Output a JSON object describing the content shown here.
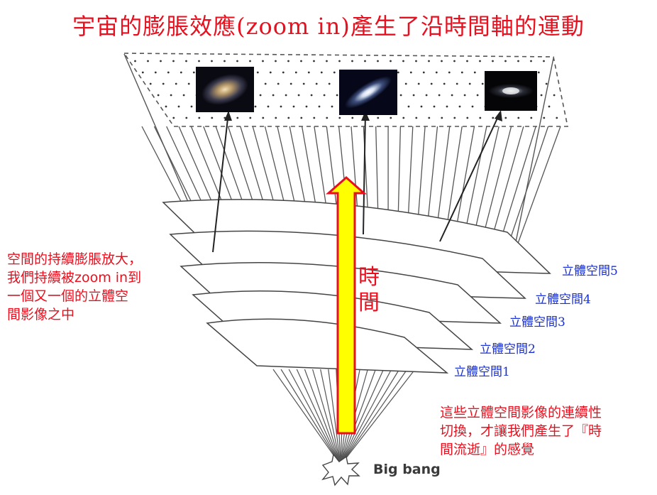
{
  "title": "宇宙的膨脹效應(zoom in)產生了沿時間軸的運動",
  "left_note": [
    "空間的持續膨脹放大，",
    "我們持續被zoom in到",
    "一個又一個的立體空",
    "間影像之中"
  ],
  "right_note": [
    "這些立體空間影像的連續性",
    "切換，才讓我們產生了『時",
    "間流逝』的感覺"
  ],
  "time_label": [
    "時",
    "間"
  ],
  "slices": [
    "立體空間5",
    "立體空間4",
    "立體空間3",
    "立體空間2",
    "立體空間1"
  ],
  "big_bang_label": "Big bang",
  "colors": {
    "title": "#e8101e",
    "slice_labels": "#1a2fd0",
    "arrow_fill": "#ffff00",
    "arrow_stroke": "#e8101e",
    "lines": "#555555"
  }
}
